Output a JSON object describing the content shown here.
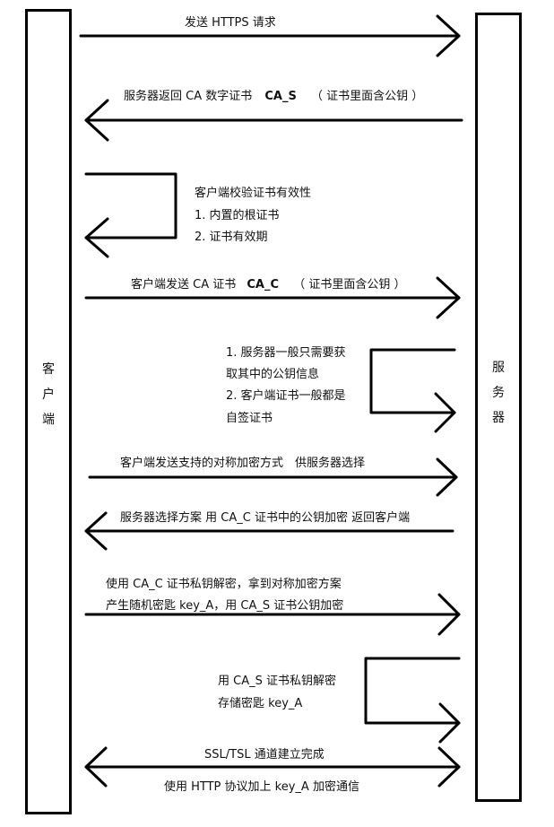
{
  "participants": {
    "client": [
      "客",
      "户",
      "端"
    ],
    "server": [
      "服",
      "务",
      "器"
    ]
  },
  "messages": {
    "m1": "发送 HTTPS 请求",
    "m2_a": "服务器返回 CA 数字证书",
    "m2_b": "CA_S",
    "m2_c": "（ 证书里面含公钥 ）",
    "m3_title": "客户端校验证书有效性",
    "m3_l1": "1. 内置的根证书",
    "m3_l2": "2. 证书有效期",
    "m4_a": "客户端发送 CA 证书",
    "m4_b": "CA_C",
    "m4_c": "（ 证书里面含公钥 ）",
    "m5_l1": "1. 服务器一般只需要获",
    "m5_l2": "取其中的公钥信息",
    "m5_l3": "2. 客户端证书一般都是",
    "m5_l4": "自签证书",
    "m6": "客户端发送支持的对称加密方式　供服务器选择",
    "m7": "服务器选择方案  用 CA_C 证书中的公钥加密 返回客户端",
    "m8_l1": "使用 CA_C 证书私钥解密，拿到对称加密方案",
    "m8_l2": "产生随机密匙 key_A，用 CA_S 证书公钥加密",
    "m9_l1": "用 CA_S 证书私钥解密",
    "m9_l2": "存储密匙 key_A",
    "m10_l1": "SSL/TSL 通道建立完成",
    "m10_l2": "使用 HTTP 协议加上 key_A 加密通信"
  }
}
